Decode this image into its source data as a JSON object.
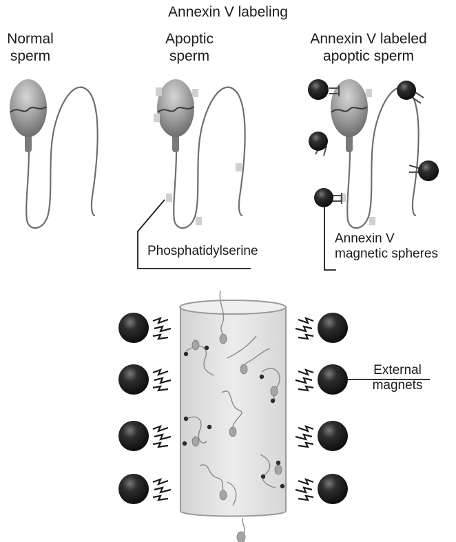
{
  "title": "Annexin V labeling",
  "panels": {
    "normal": {
      "line1": "Normal",
      "line2": "sperm"
    },
    "apoptic": {
      "line1": "Apoptic",
      "line2": "sperm"
    },
    "labeled": {
      "line1": "Annexin V labeled",
      "line2": "apoptic sperm"
    }
  },
  "callouts": {
    "phosphatidylserine": "Phosphatidylserine",
    "spheres_line1": "Annexin V",
    "spheres_line2": "magnetic spheres",
    "magnets_line1": "External",
    "magnets_line2": "magnets"
  },
  "colors": {
    "sphere": "#1c1c1c",
    "tail": "#6e6e6e",
    "head": "#9a9a9a",
    "column": "#e3e3e3",
    "ps_marker": "#d0d0d0"
  }
}
